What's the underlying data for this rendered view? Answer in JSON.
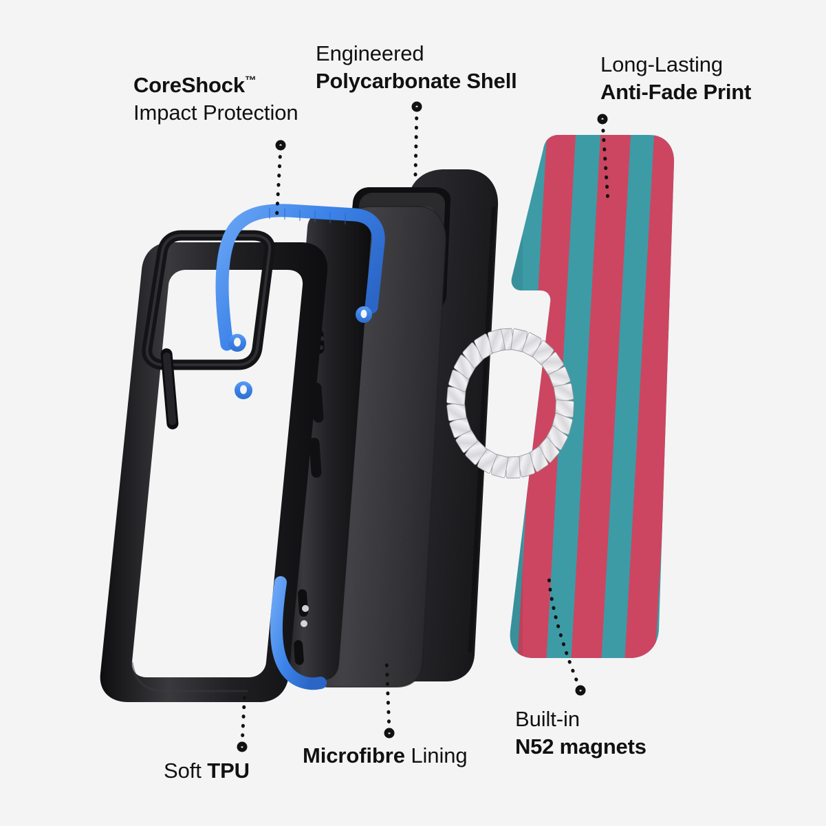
{
  "page": {
    "title": "Phone Case Exploded View",
    "background_color": "#f4f4f5",
    "text_color": "#111111"
  },
  "colors": {
    "background": "#f4f4f5",
    "text": "#111111",
    "accent_blue": "#3b82e8",
    "accent_blue_light": "#5b9bf0",
    "case_black": "#1b1b1d",
    "case_black_soft": "#2d2d30",
    "microfibre_gray": "#3a3a3c",
    "print_teal": "#3d9ba6",
    "print_crimson": "#cc4661",
    "magnet_silver": "#e8e8ea",
    "leader_dot": "#111111"
  },
  "callouts": [
    {
      "id": "coreshock",
      "name": "coreshock-impact-protection",
      "line1": "CoreShock",
      "trademark": "™",
      "line1_weight": "bold",
      "line2": "Impact Protection",
      "line2_weight": "light"
    },
    {
      "id": "polycarbonate",
      "name": "engineered-polycarbonate-shell",
      "line1": "Engineered",
      "line1_weight": "light",
      "line2": "Polycarbonate Shell",
      "line2_weight": "bold"
    },
    {
      "id": "antifade",
      "name": "long-lasting-anti-fade-print",
      "line1": "Long-Lasting",
      "line1_weight": "light",
      "line2": "Anti-Fade Print",
      "line2_weight": "bold"
    },
    {
      "id": "tpu",
      "name": "soft-tpu",
      "inline_light": "Soft ",
      "inline_bold": "TPU"
    },
    {
      "id": "microfibre",
      "name": "microfibre-lining",
      "inline_bold": "Microfibre",
      "inline_light": " Lining"
    },
    {
      "id": "magnets",
      "name": "built-in-n52-magnets",
      "line1": "Built-in",
      "line1_weight": "light",
      "line2": "N52 magnets",
      "line2_weight": "bold"
    }
  ],
  "layers": [
    {
      "id": "tpu-bumper",
      "label": "Soft TPU bumper frame",
      "description": "Black TPU frame with transparent interior, blue CoreShock accent rails, side button cutouts and camera ring",
      "color": "#1b1b1d",
      "accent": "#3b82e8"
    },
    {
      "id": "microfibre-lining",
      "label": "Microfibre lining",
      "description": "Textured dark gray interior lining panel",
      "color": "#3a3a3c"
    },
    {
      "id": "polycarbonate-shell",
      "label": "Polycarbonate shell",
      "description": "Smooth matte black hard shell with raised camera cutout",
      "color": "#232326"
    },
    {
      "id": "magnet-ring",
      "label": "N52 magnet ring",
      "description": "Ring of individual silver magnet segments for MagSafe alignment",
      "color": "#e8e8ea"
    },
    {
      "id": "print-layer",
      "label": "Anti-fade printed layer",
      "description": "Vertical teal and crimson striped print panel",
      "stripes": [
        "#3d9ba6",
        "#cc4661",
        "#3d9ba6",
        "#cc4661",
        "#3d9ba6",
        "#cc4661",
        "#3d9ba6"
      ]
    }
  ],
  "leaders": [
    {
      "id": "leader-coreshock",
      "name": "leader-line-coreshock"
    },
    {
      "id": "leader-polycarbonate",
      "name": "leader-line-polycarbonate"
    },
    {
      "id": "leader-antifade",
      "name": "leader-line-antifade"
    },
    {
      "id": "leader-tpu",
      "name": "leader-line-tpu"
    },
    {
      "id": "leader-microfibre",
      "name": "leader-line-microfibre"
    },
    {
      "id": "leader-magnets",
      "name": "leader-line-magnets"
    }
  ]
}
